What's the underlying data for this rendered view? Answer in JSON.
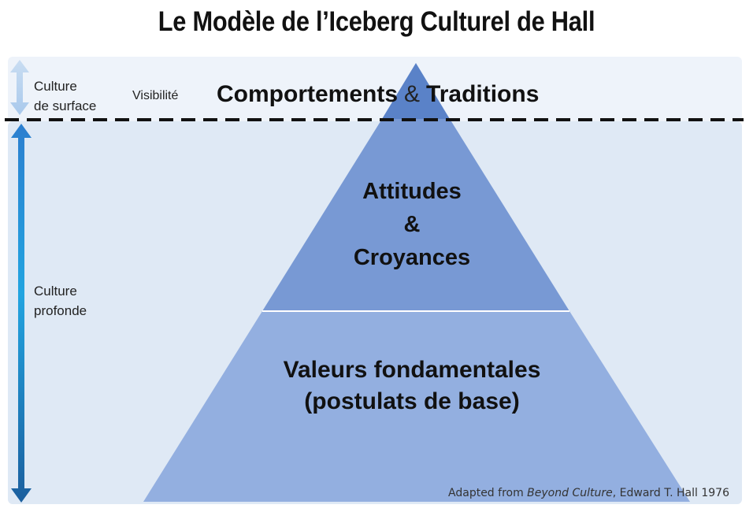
{
  "title": "Le Modèle de l’Iceberg Culturel de Hall",
  "surface_zone": {
    "label_line1": "Culture",
    "label_line2": "de surface",
    "visibility_label": "Visibilité",
    "tip_text_left": "Comportements",
    "tip_text_amp": "&",
    "tip_text_right": "Traditions"
  },
  "deep_zone": {
    "label_line1": "Culture",
    "label_line2": "profonde"
  },
  "levels": {
    "middle": [
      "Attitudes",
      "&",
      "Croyances"
    ],
    "bottom": [
      "Valeurs fondamentales",
      "(postulats de base)"
    ]
  },
  "credit": {
    "prefix": "Adapted from ",
    "book": "Beyond Culture",
    "suffix": ", Edward T. Hall  1976"
  },
  "colors": {
    "surface_bg": "#eef3fa",
    "deep_bg": "#dfe9f5",
    "tip": "#5a82c8",
    "middle": "#7899d4",
    "bottom": "#93afe0",
    "arrow": "#1f78c8"
  }
}
